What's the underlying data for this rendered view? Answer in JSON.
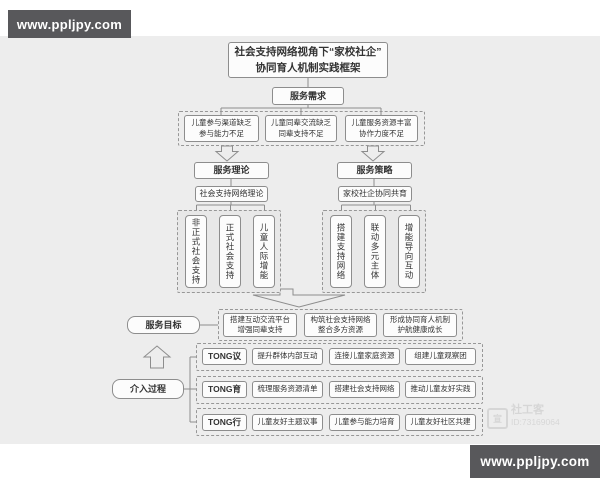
{
  "watermark": {
    "url": "www.ppljpy.com"
  },
  "colors": {
    "background": "#ededed",
    "box_border": "#8d8d8d",
    "dashed_border": "#979797",
    "watermark_bg": "#58585b",
    "text": "#333333"
  },
  "diagram": {
    "title_line1": "社会支持网络视角下“家校社企”",
    "title_line2": "协同育人机制实践框架",
    "service_demand": "服务需求",
    "needs": [
      {
        "l1": "儿童参与渠道缺乏",
        "l2": "参与能力不足"
      },
      {
        "l1": "儿童同辈交流缺乏",
        "l2": "同辈支持不足"
      },
      {
        "l1": "儿童服务资源丰富",
        "l2": "协作力度不足"
      }
    ],
    "service_theory": "服务理论",
    "service_strategy": "服务策略",
    "theory_sub": "社会支持网络理论",
    "strategy_sub": "家校社企协同共育",
    "theory_columns": [
      "非正式社会支持",
      "正式社会支持",
      "儿童人际增能"
    ],
    "strategy_columns": [
      "搭建支持网络",
      "联动多元主体",
      "增能导向互动"
    ],
    "service_goal": "服务目标",
    "goals": [
      {
        "l1": "搭建互动交流平台",
        "l2": "增强同辈支持"
      },
      {
        "l1": "构筑社会支持网络",
        "l2": "整合多方资源"
      },
      {
        "l1": "形成协同育人机制",
        "l2": "护航健康成长"
      }
    ],
    "intervention": "介入过程",
    "rows": [
      {
        "label": "TONG议",
        "items": [
          "提升群体内部互动",
          "连接儿童家庭资源",
          "组建儿童观察团"
        ]
      },
      {
        "label": "TONG育",
        "items": [
          "梳理服务资源清单",
          "搭建社会支持网络",
          "推动儿童友好实践"
        ]
      },
      {
        "label": "TONG行",
        "items": [
          "儿童友好主题议事",
          "儿童参与能力培育",
          "儿童友好社区共建"
        ]
      }
    ]
  },
  "corner_logo": {
    "name": "社工客",
    "id": "ID:73169064",
    "icon": "宣"
  }
}
